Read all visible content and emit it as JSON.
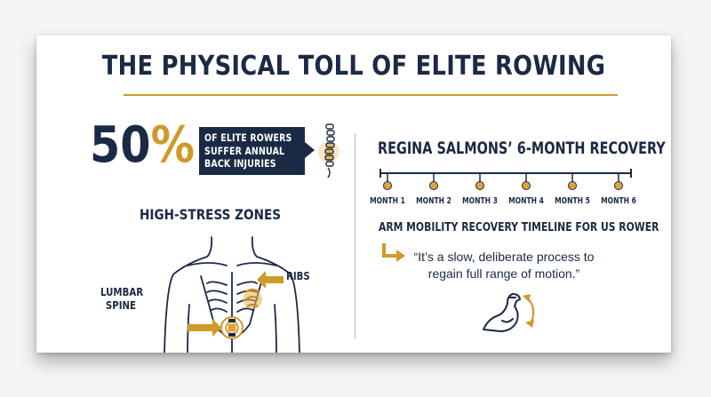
{
  "title": "THE PHYSICAL TOLL OF ELITE ROWING",
  "stat": {
    "number": "50",
    "percent_sign": "%",
    "text_lines": [
      "OF ELITE ROWERS",
      "SUFFER ANNUAL",
      "BACK INJURIES"
    ]
  },
  "high_stress": {
    "heading": "HIGH-STRESS ZONES",
    "ribs_label": "RIBS",
    "lumbar_label_lines": [
      "LUMBAR",
      "SPINE"
    ]
  },
  "recovery": {
    "heading": "REGINA SALMONS’ 6-MONTH RECOVERY",
    "months": [
      "MONTH 1",
      "MONTH 2",
      "MONTH 3",
      "MONTH 4",
      "MONTH 5",
      "MONTH 6"
    ],
    "arm_heading": "ARM MOBILITY RECOVERY TIMELINE FOR US ROWER",
    "quote_lines": [
      "“It’s a slow, deliberate process to",
      "regain full range of motion.”"
    ]
  },
  "colors": {
    "navy": "#1b2a44",
    "gold": "#d09a2a",
    "background": "#ffffff"
  },
  "icons": [
    "spine-icon",
    "torso-skeleton-icon",
    "elbow-arrow-icon",
    "flexed-arm-icon"
  ]
}
